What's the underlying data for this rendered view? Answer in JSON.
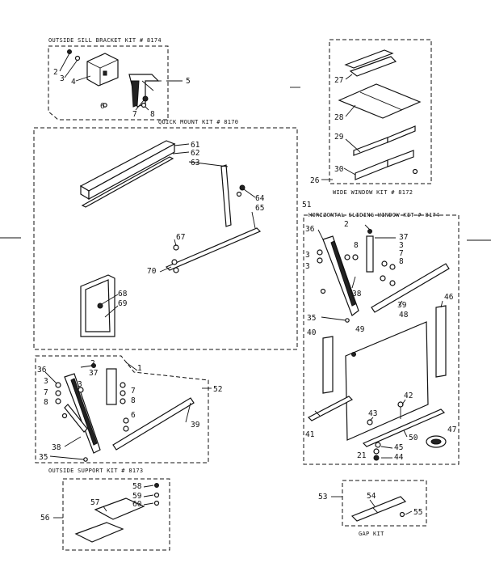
{
  "kits": {
    "outside_sill": "OUTSIDE SILL BRACKET KIT # 8174",
    "quick_mount": "QUICK MOUNT KIT # 8170",
    "wide_window": "WIDE WINDOW KIT # 8172",
    "horizontal_sliding": "HORIZONTAL SLIDING WINDOW KIT # 8174",
    "outside_support": "OUTSIDE SUPPORT KIT # 8173",
    "gap": "GAP KIT"
  },
  "callouts": {
    "n2a": "2",
    "n3a": "3",
    "n4": "4",
    "n5": "5",
    "n6": "6",
    "n7a": "7",
    "n8a": "8",
    "n27": "27",
    "n28": "28",
    "n29": "29",
    "n30": "30",
    "n26": "26",
    "n61": "61",
    "n62": "62",
    "n63": "63",
    "n64": "64",
    "n65": "65",
    "n67": "67",
    "n70": "70",
    "n68": "68",
    "n69": "69",
    "n51": "51",
    "n36a": "36",
    "n2b": "2",
    "n37a": "37",
    "n3b": "3",
    "n3c": "3",
    "n8b": "8",
    "n7b": "7",
    "n8c": "8",
    "n3d": "3",
    "n38a": "38",
    "n39a": "39",
    "n46": "46",
    "n48": "48",
    "n35a": "35",
    "n49": "49",
    "n40": "40",
    "n42": "42",
    "n43": "43",
    "n41": "41",
    "n50": "50",
    "n47": "47",
    "n45": "45",
    "n21": "21",
    "n44": "44",
    "n1": "1",
    "n36b": "36",
    "n2c": "2",
    "n37b": "37",
    "n3e": "3",
    "n3f": "3",
    "n7c": "7",
    "n8d": "8",
    "n52": "52",
    "n7d": "7",
    "n8e": "8",
    "n6b": "6",
    "n39b": "39",
    "n38b": "38",
    "n35b": "35",
    "n58": "58",
    "n59": "59",
    "n60": "60",
    "n57": "57",
    "n56": "56",
    "n53": "53",
    "n54": "54",
    "n55": "55"
  }
}
